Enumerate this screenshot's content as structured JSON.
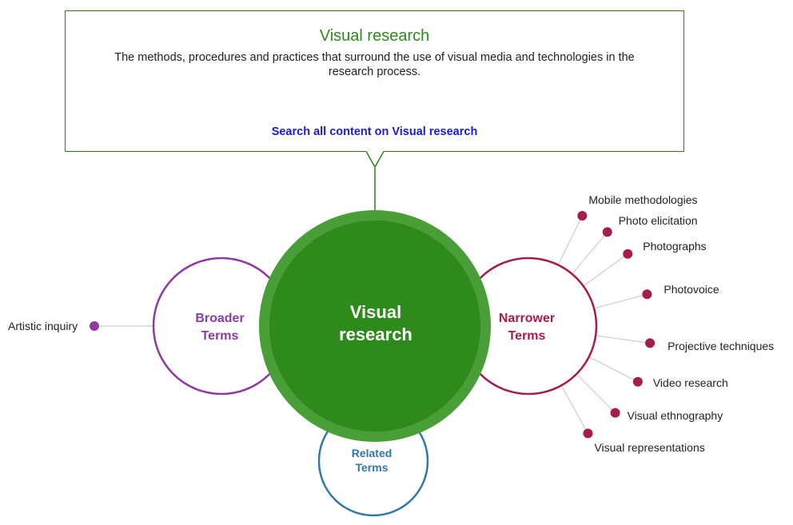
{
  "tooltip": {
    "title": "Visual research",
    "description": "The methods, procedures and practices that surround the use of visual media and technologies in the research process.",
    "link_text": "Search all content on Visual research"
  },
  "center": {
    "line1": "Visual",
    "line2": "research"
  },
  "broader": {
    "line1": "Broader",
    "line2": "Terms",
    "items": [
      "Artistic inquiry"
    ]
  },
  "narrower": {
    "line1": "Narrower",
    "line2": "Terms",
    "items": [
      "Mobile methodologies",
      "Photo elicitation",
      "Photographs",
      "Photovoice",
      "Projective techniques",
      "Video research",
      "Visual ethnography",
      "Visual representations"
    ]
  },
  "related": {
    "line1": "Related",
    "line2": "Terms"
  },
  "colors": {
    "center_fill": "#2e8a1b",
    "center_ring": "#4a9e38",
    "broader": "#8e3aa3",
    "narrower": "#a51d4b",
    "related": "#2f77ad",
    "tooltip_border": "#2e7d1a",
    "link": "#1a1adb",
    "connector": "#cccccc"
  }
}
